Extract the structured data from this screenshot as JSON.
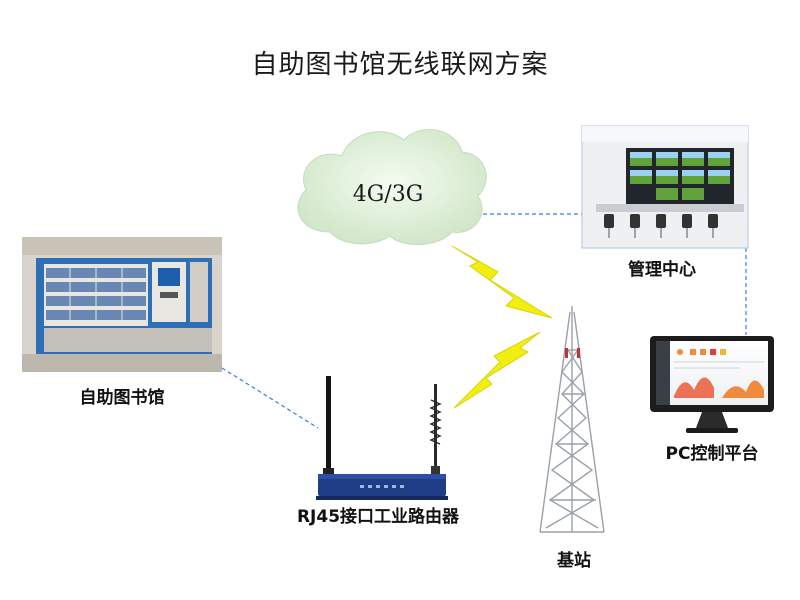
{
  "title": "自助图书馆无线联网方案",
  "cloud_label": "4G/3G",
  "nodes": {
    "library": "自助图书馆",
    "router": "RJ45接口工业路由器",
    "tower": "基站",
    "management": "管理中心",
    "pc_platform": "PC控制平台"
  },
  "colors": {
    "link": "#3a7fd5",
    "lightning": "#f2ee10",
    "cloud": "#d6ebd0",
    "router_body": "#1f3c86",
    "tower_steel": "#9aa1a8"
  }
}
